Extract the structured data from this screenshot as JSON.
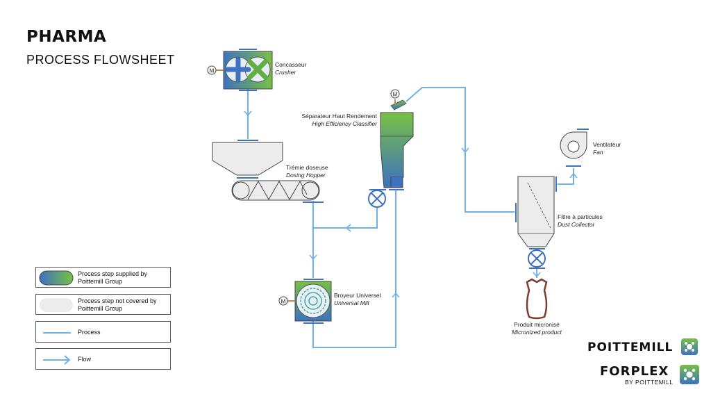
{
  "header": {
    "title": "PHARMA",
    "subtitle": "PROCESS FLOWSHEET"
  },
  "colors": {
    "flow": "#6fb0e6",
    "gradient_start": "#3d72c0",
    "gradient_end": "#78c043",
    "not_covered": "#ececec",
    "outline": "#444444",
    "bag": "#7a3d2e"
  },
  "motor_label": "M",
  "equipment": {
    "crusher": {
      "fr": "Concasseur",
      "en": "Crusher"
    },
    "hopper": {
      "fr": "Trémie doseuse",
      "en": "Dosing Hopper"
    },
    "classifier": {
      "fr": "Séparateur Haut Rendement",
      "en": "High Efficiency Classifier"
    },
    "mill": {
      "fr": "Broyeur Universel",
      "en": "Universal Mill"
    },
    "fan": {
      "fr": "Ventilateur",
      "en": "Fan"
    },
    "filter": {
      "fr": "Filtre à particules",
      "en": "Dust Collector"
    },
    "product": {
      "fr": "Produit micronisé",
      "en": "Micronized product"
    }
  },
  "legend": {
    "supplied": {
      "line1": "Process step supplied by",
      "line2": "Poittemill Group"
    },
    "not_covered": {
      "line1": "Process step not covered by",
      "line2": "Poittemill Group"
    },
    "process": "Process",
    "flow": "Flow"
  },
  "branding": {
    "poittemill": "POITTEMILL",
    "forplex": "FORPLEX",
    "forplex_sub": "BY POITTEMILL"
  }
}
